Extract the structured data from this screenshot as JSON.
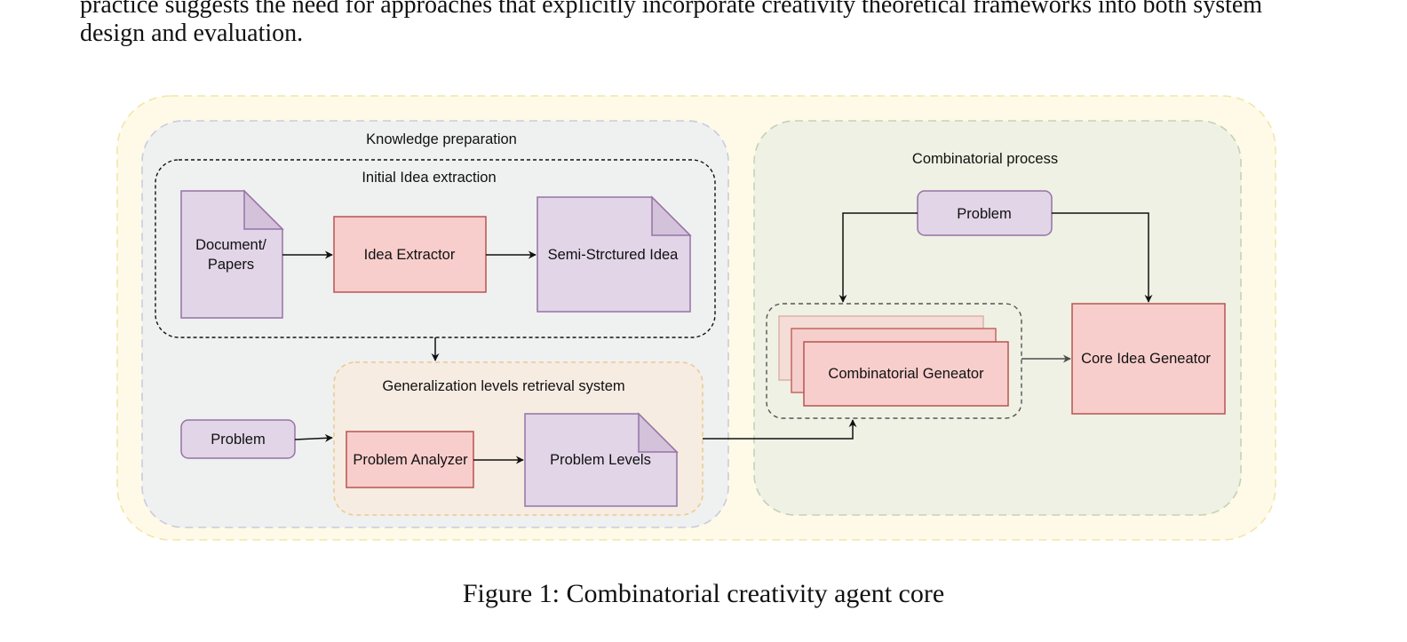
{
  "body_text": {
    "line1": "practice suggests the need for approaches that explicitly incorporate creativity theoretical frameworks into both system",
    "line2": "design and evaluation."
  },
  "figure": {
    "knowledge_preparation": {
      "label": "Knowledge preparation",
      "initial_extraction": {
        "label": "Initial Idea extraction",
        "document_line1": "Document/",
        "document_line2": "Papers",
        "extractor": "Idea Extractor",
        "output": "Semi-Strctured Idea"
      },
      "retrieval": {
        "label": "Generalization levels retrieval system",
        "analyzer": "Problem Analyzer",
        "levels": "Problem Levels"
      },
      "problem": "Problem"
    },
    "combinatorial_process": {
      "label": "Combinatorial process",
      "problem": "Problem",
      "generator": "Combinatorial Geneator",
      "core": "Core Idea Geneator"
    },
    "colors": {
      "outer_fill": "#fffae8",
      "outer_stroke": "#f2e6a8",
      "knowledge_fill": "#eff0f0",
      "knowledge_stroke": "#c8ccdc",
      "combinatorial_fill": "#eff1e4",
      "combinatorial_stroke": "#c5d2b4",
      "retrieval_fill": "#f6ece2",
      "retrieval_stroke": "#ecc98e",
      "doc_fill": "#e1d5e7",
      "doc_stroke": "#9673a6",
      "process_fill": "#f8cecc",
      "process_stroke": "#b85450"
    }
  },
  "caption": "Figure 1: Combinatorial creativity agent core"
}
